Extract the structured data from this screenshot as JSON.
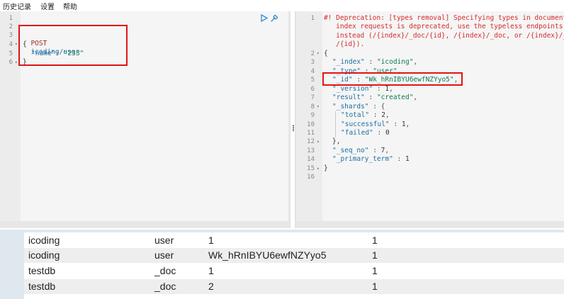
{
  "menu": {
    "history": "历史记录",
    "settings": "设置",
    "help": "帮助"
  },
  "request": {
    "line_numbers": [
      "1",
      "2",
      "3",
      "4",
      "5",
      "6"
    ],
    "method": "POST",
    "path": "icoding/user",
    "open_brace": "{",
    "body_key": "\"name\"",
    "body_sep": ": ",
    "body_value": "\"233\"",
    "close_brace": "}"
  },
  "response": {
    "line_numbers": [
      "1",
      "2",
      "3",
      "4",
      "5",
      "6",
      "7",
      "8",
      "9",
      "10",
      "11",
      "12",
      "13",
      "14",
      "15",
      "16"
    ],
    "comment_lines": [
      "#! Deprecation: [types removal] Specifying types in document",
      "   index requests is deprecated, use the typeless endpoints",
      "   instead (/{index}/_doc/{id}, /{index}/_doc, or /{index}/_c",
      "   /{id})."
    ],
    "open_brace": "{",
    "index_key": "\"_index\"",
    "index_val": "\"icoding\"",
    "type_key": "\"_type\"",
    "type_val": "\"user\"",
    "id_key": "\"_id\"",
    "id_val": "\"Wk_hRnIBYU6ewfNZYyo5\"",
    "version_key": "\"_version\"",
    "version_val": "1",
    "result_key": "\"result\"",
    "result_val": "\"created\"",
    "shards_key": "\"_shards\"",
    "shards_open": "{",
    "total_key": "\"total\"",
    "total_val": "2",
    "successful_key": "\"successful\"",
    "successful_val": "1",
    "failed_key": "\"failed\"",
    "failed_val": "0",
    "shards_close": "},",
    "seq_key": "\"_seq_no\"",
    "seq_val": "7",
    "term_key": "\"_primary_term\"",
    "term_val": "1",
    "close_brace": "}",
    "colon": " : ",
    "comma": ","
  },
  "table": {
    "rows": [
      [
        "icoding",
        "user",
        "1",
        "1"
      ],
      [
        "icoding",
        "user",
        "Wk_hRnIBYU6ewfNZYyo5",
        "1"
      ],
      [
        "testdb",
        "_doc",
        "1",
        "1"
      ],
      [
        "testdb",
        "_doc",
        "2",
        "1"
      ]
    ],
    "row_colors": [
      "#ffffff",
      "#eeeeee",
      "#ffffff",
      "#eeeeee"
    ]
  },
  "icons": {
    "run": "play-icon",
    "settings": "wrench-icon",
    "splitter": "splitter-grip-icon"
  },
  "colors": {
    "highlight_box": "#e01515",
    "comment": "#d62a2a",
    "string": "#0e7b4d",
    "key": "#1f6fa3"
  }
}
